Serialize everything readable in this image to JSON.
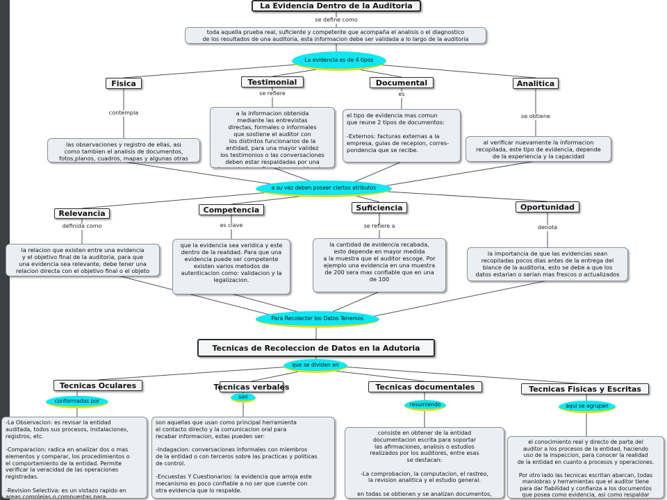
{
  "title_main": "La Evidencia Dentro de la Auditoria",
  "link_define": "se define como",
  "definition": "toda aquella prueba real, suficiente y competente que acompaña el analisis o el diagnostico\nde los resultados de una auditoria, esta informacion debe ser validada a lo largo de la auditoria",
  "hub_tipos": "La evidencia es de 4 tipos",
  "tipos": {
    "fisica": {
      "label": "Fisica",
      "link": "contempla",
      "text": "las observaciones y registro de ellas, asi\ncomo tambien el analisis de documentos,\nfotos,planos, cuadros, mapas y algunas otras\ngraficas pertinentes"
    },
    "testimonial": {
      "label": "Testimonial",
      "link": "se refiere",
      "text": "a la informacion obtenida\nmediante las entrevistas\ndirectas, formales o informales\nque sostiene el auditor con\nlos distintos funcionarios de la\nentidad, para una mayor validez\nlos testimonios o las conversaciones\ndeben estar respaldadas por una\ntranscripcion y firmadas por el locutor"
    },
    "documental": {
      "label": "Documental",
      "link": "es",
      "text": "el tipo de evidencia mas comun\nque reune 2 tipos de documentos:\n\n-Externos: facturas externas a la\nempresa, guias de recepion, corres-\npondencia que se recibe.\n\n-Internos: registros contables,\ncomunicaciones internas, etc."
    },
    "analitica": {
      "label": "Analitica",
      "link": "se obtiene",
      "text": "al verificar nuevamente la informacion\nrecopilada, este tipo de evidencia, depende\nde la experiencia y la capacidad\nanalitica del auditor"
    }
  },
  "hub_atributos": "a su vez deben poseer ciertos atributos",
  "atributos": {
    "relevancia": {
      "label": "Relevancia",
      "link": "definida como",
      "text": "la relacion que existen entre una evidencia\ny el objetivo final de la auditoria, para que\nuna evidencia sea relevante, debe tener una\nrelacion directa con el objetivo final o el objeto\nen estudio."
    },
    "competencia": {
      "label": "Competencia",
      "link": "es clave",
      "text": "que la evidencia sea veridica y este\ndentro de la realidad. Para que una\nevidencia puede ser competente\nexisten varios metodos de\nautenticacion como: validacion y la\nlegalizacion."
    },
    "suficiencia": {
      "label": "Suficiencia",
      "link": "se refiere a",
      "text": "la cantidad de evidencia recabada,\nesto depende en mayor medida\na la muestra que el auditor escoge. Por\nejemplo una evidencia en una muestra\nde 200 sera mas confiable que en una\nde 100"
    },
    "oportunidad": {
      "label": "Oportunidad",
      "link": "denota",
      "text": "la importancia de que las evidencias sean\nrecopiladas pocos dias antes de la entrega del\nblance de la auditoria, esto se debe a que los\ndatos estarian o serian mas frescos o actualizados"
    }
  },
  "hub_recolectar": "Para Recolectar los Datos Tenemos",
  "title_tecnicas": "Tecnicas de Recoleccion de Datos en la Adutoria",
  "hub_dividen": "que se dividen en",
  "tecnicas": {
    "oculares": {
      "label": "Tecnicas Oculares",
      "link": "conformadas por",
      "text": "-La Observacion: es revisar la entidad\nauditada, todos sus procesos, instalaciones,\nregistros, etc.\n\n-Comparacion: radica en analizar dos o mas\nelementos y comparar, los procedimientos o\nel comportamiento de la entidad. Permite\nverificar la veracidad de las operaciones\nregistradas.\n\n-Revision Selectiva: es un vistazo rapido en\nareas complejas o compuestas para\ndeterminar rapidamente cosas anormales\nen los procedimientos"
    },
    "verbales": {
      "label": "Tecnicas verbales",
      "link": "son",
      "text": "son aquellas que usan como principal herramienta\nel contacto directo y la comunicacion oral para\nrecabar informacion, estas pueden ser:\n\n-Indagacion: conversaciones informales con miembros\nde la entidad o con terceros sobre las practicas y politicas\nde control.\n\n-Encuestas Y Cuestionarios: la evidencia que arroja este\nmecanismo es poco confiable a no ser que cuente con\notra evidencia que lo respalde.\n\n-Entrevistas:de una manera mas organizada y formal la\nentrevista se ejecuta para explicar o completar\ninformacion obtenida de otras fuentes."
    },
    "documentales": {
      "label": "Tecnicas documentales",
      "link": "resumiendo",
      "text": "consiste en obtener de la entidad\ndocumentacion escrita para soportar\nlas afirmaciones, analisis o estudios\nrealizados por los auditores, entre esas\nse destacan:\n\n-La comprobacion, la computacion, el rastreo,\nla revision analitica y el estudio general.\n\nen todas se obtienen y se analizan documentos,\nsalvo en la computacion donde se utilizan caculos\naritmeticos para evaluar la certeza de una cifra,\nlos numeros previos al resultado deben ser\nvalidados de otra manera"
    },
    "fisicas": {
      "label": "Tecnicas Fisicas y Escritas",
      "link": "aqui se agrupan",
      "text": "el conocimiento real y directo de parte del\nauditor a los procesos de la entidad, haciendo\nuso de la inspeccion, para conocer la realidad\nde la entidad en cuanto a procesos y operaciones.\n\nPor otro lado las tecnicas escritan abarcan, todas\nmaniobras y herramientas que el auditor tiene\npara dar fiabilidad y confianza a los documentos\nque posea como evidencia, asi como respaldar\nsus conclusiones a la hora del balance final,\nalgunas tecnicas son: analisis, conciliacion,\nconfirmacion, certificacion."
    }
  },
  "colors": {
    "hub": "#12e6f0",
    "hub_underline": "#e8dd10",
    "node_bg": "#ebeef2",
    "frame": "#3e3e46"
  }
}
